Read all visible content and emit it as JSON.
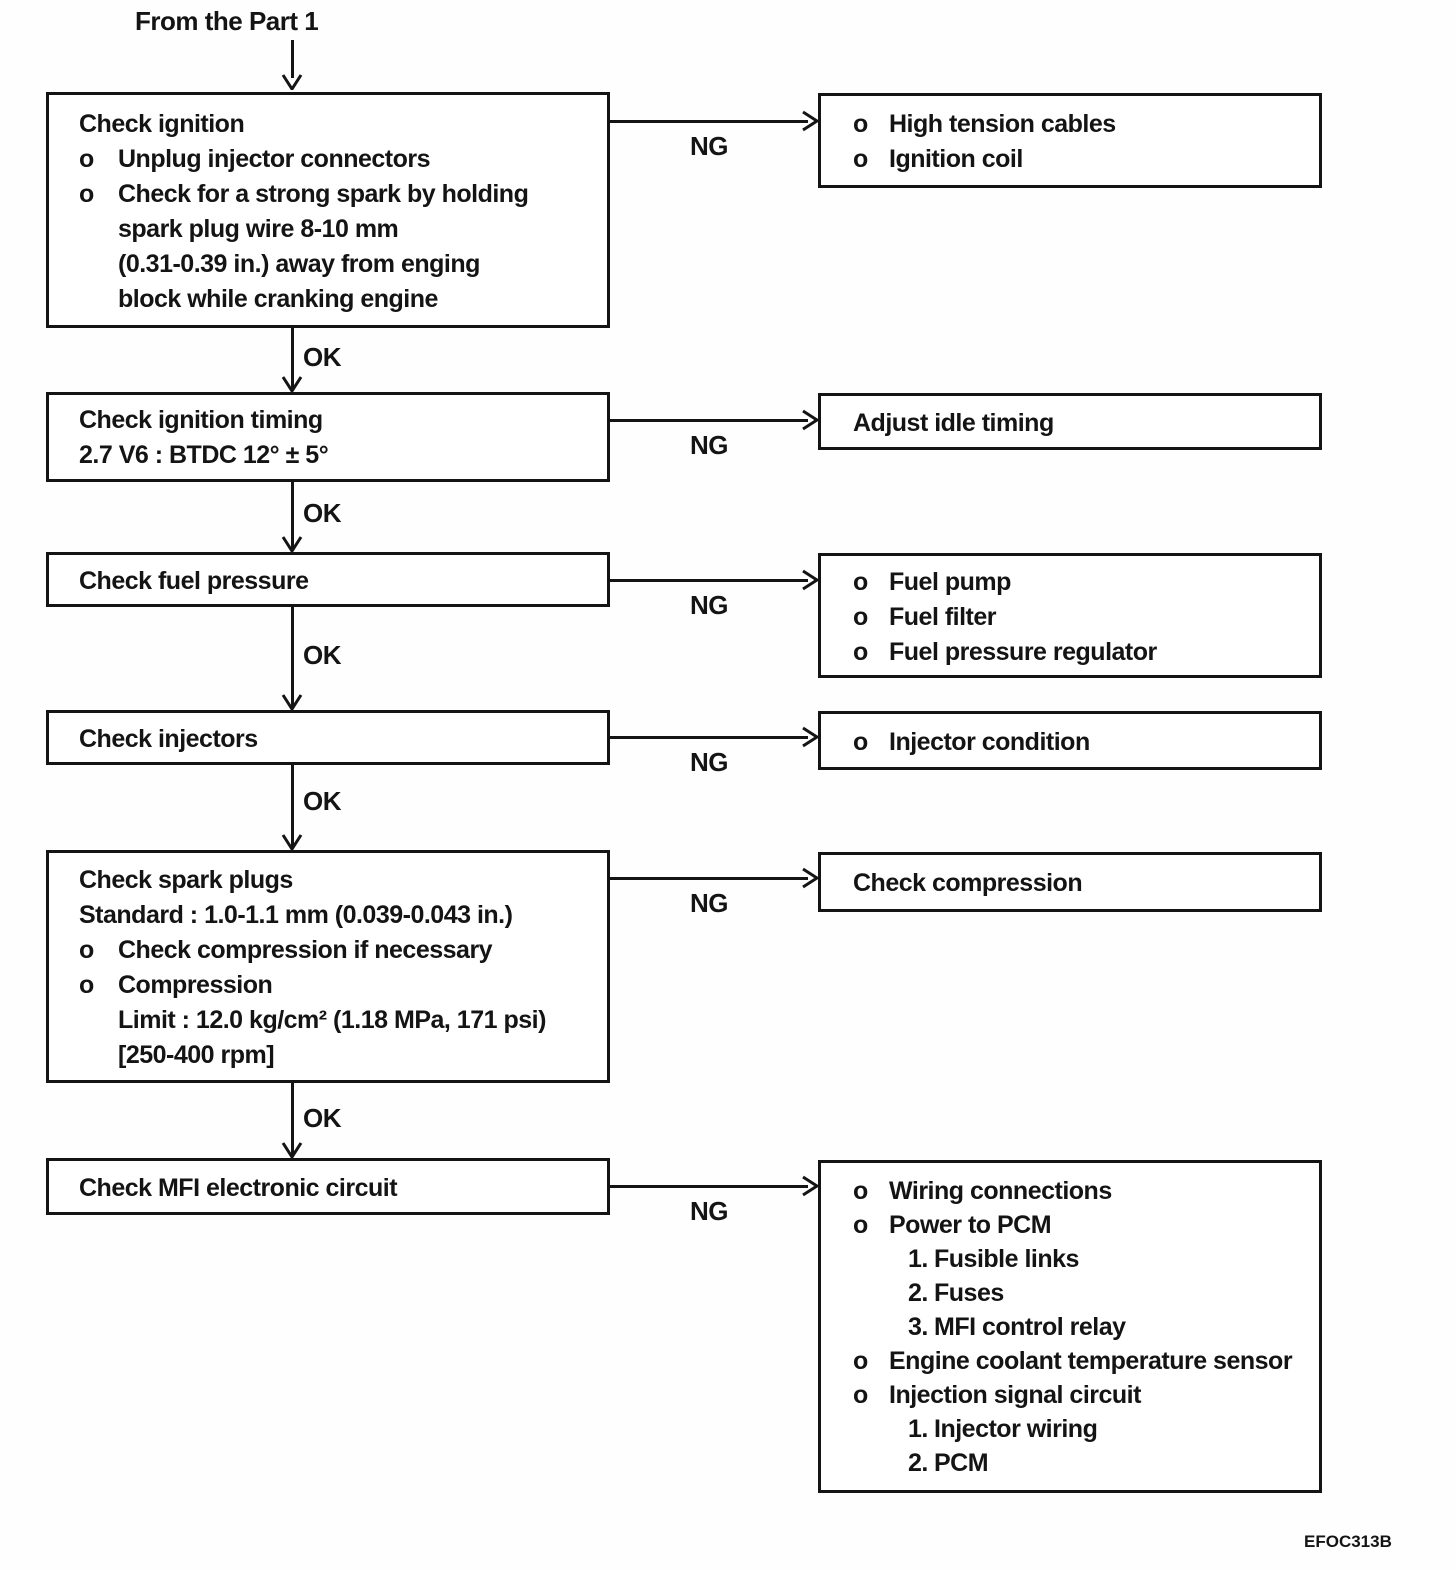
{
  "header": {
    "from_label": "From the Part 1"
  },
  "footer": {
    "code": "EFOC313B"
  },
  "labels": {
    "ok": "OK",
    "ng": "NG"
  },
  "chars": {
    "bullet": "o"
  },
  "left_boxes": [
    {
      "name": "check-ignition",
      "lines": [
        {
          "text": "Check ignition"
        },
        {
          "bullet": true,
          "text": "Unplug injector connectors"
        },
        {
          "bullet": true,
          "text": "Check for a strong spark by holding"
        },
        {
          "text": "spark plug wire 8-10 mm"
        },
        {
          "text": "(0.31-0.39 in.) away from enging"
        },
        {
          "text": "block while cranking engine"
        }
      ]
    },
    {
      "name": "check-ignition-timing",
      "lines": [
        {
          "text": "Check ignition timing"
        },
        {
          "text": "2.7 V6 : BTDC 12° ± 5°"
        }
      ]
    },
    {
      "name": "check-fuel-pressure",
      "lines": [
        {
          "text": "Check fuel pressure"
        }
      ]
    },
    {
      "name": "check-injectors",
      "lines": [
        {
          "text": "Check injectors"
        }
      ]
    },
    {
      "name": "check-spark-plugs",
      "lines": [
        {
          "text": "Check spark plugs"
        },
        {
          "text": "Standard : 1.0-1.1 mm (0.039-0.043 in.)"
        },
        {
          "bullet": true,
          "text": "Check compression if necessary"
        },
        {
          "bullet": true,
          "text": "Compression"
        },
        {
          "text": "Limit : 12.0 kg/cm² (1.18 MPa, 171 psi)"
        },
        {
          "text": "[250-400 rpm]"
        }
      ]
    },
    {
      "name": "check-mfi-circuit",
      "lines": [
        {
          "text": "Check MFI electronic circuit"
        }
      ]
    }
  ],
  "right_boxes": [
    {
      "name": "ignition-ng-items",
      "lines": [
        {
          "bullet": true,
          "text": "High tension cables"
        },
        {
          "bullet": true,
          "text": "Ignition coil"
        }
      ]
    },
    {
      "name": "adjust-idle-timing",
      "lines": [
        {
          "text": "Adjust idle timing"
        }
      ]
    },
    {
      "name": "fuel-ng-items",
      "lines": [
        {
          "bullet": true,
          "text": "Fuel pump"
        },
        {
          "bullet": true,
          "text": "Fuel filter"
        },
        {
          "bullet": true,
          "text": "Fuel pressure regulator"
        }
      ]
    },
    {
      "name": "injector-ng-items",
      "lines": [
        {
          "bullet": true,
          "text": "Injector condition"
        }
      ]
    },
    {
      "name": "check-compression",
      "lines": [
        {
          "text": "Check compression"
        }
      ]
    },
    {
      "name": "mfi-ng-items",
      "lines": [
        {
          "bullet": true,
          "text": "Wiring connections"
        },
        {
          "bullet": true,
          "text": "Power to PCM"
        },
        {
          "num": "1.",
          "text": "Fusible links"
        },
        {
          "num": "2.",
          "text": "Fuses"
        },
        {
          "num": "3.",
          "text": "MFI control relay"
        },
        {
          "bullet": true,
          "text": "Engine coolant temperature sensor"
        },
        {
          "bullet": true,
          "text": "Injection signal circuit"
        },
        {
          "num": "1.",
          "text": "Injector wiring"
        },
        {
          "num": "2.",
          "text": "PCM"
        }
      ]
    }
  ]
}
